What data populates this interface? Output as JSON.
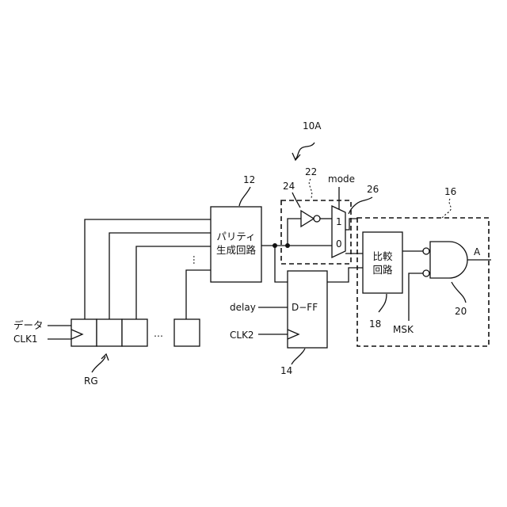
{
  "labels": {
    "block_ref_10a": "10A",
    "ref_22": "22",
    "mode": "mode",
    "ref_24": "24",
    "ref_26": "26",
    "ref_12": "12",
    "ref_16": "16",
    "parity_line1": "パリティ",
    "parity_line2": "生成回路",
    "mux_in1": "1",
    "mux_in0": "0",
    "compare_line1": "比較",
    "compare_line2": "回路",
    "output_a": "A",
    "data": "データ",
    "clk1": "CLK1",
    "dots": "…",
    "rg": "RG",
    "delay": "delay",
    "dff": "D−FF",
    "clk2": "CLK2",
    "ref_14": "14",
    "ref_18": "18",
    "msk": "MSK",
    "ref_20": "20"
  }
}
